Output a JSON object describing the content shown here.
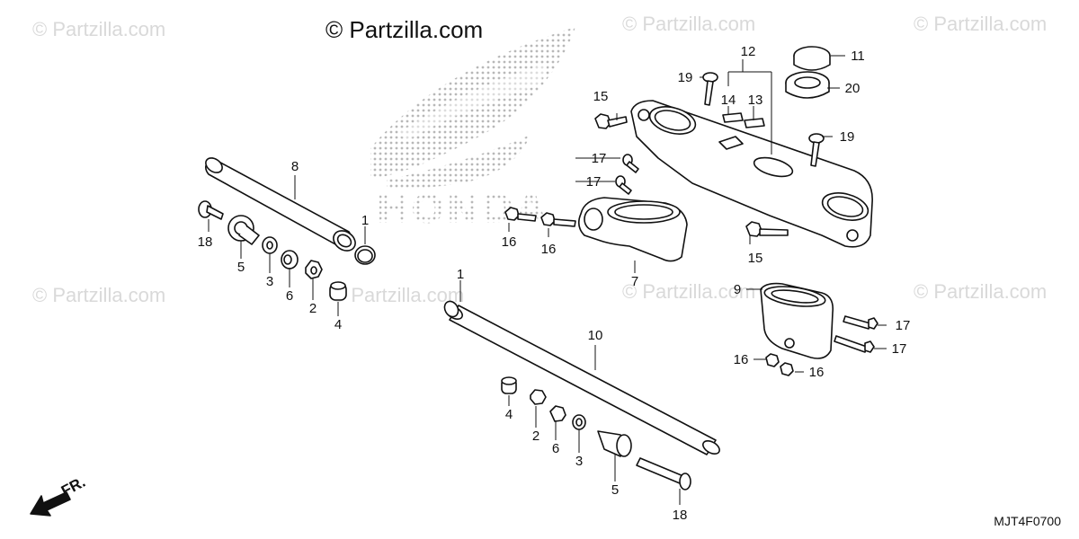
{
  "watermark_text": "© Partzilla.com",
  "copyright_text": "© Partzilla.com",
  "diagram_code": "MJT4F0700",
  "fr_label": "FR.",
  "logo_text": "HONDA",
  "callouts": {
    "c1a": "1",
    "c1b": "1",
    "c2a": "2",
    "c2b": "2",
    "c3a": "3",
    "c3b": "3",
    "c4a": "4",
    "c4b": "4",
    "c5a": "5",
    "c5b": "5",
    "c6a": "6",
    "c6b": "6",
    "c7": "7",
    "c8": "8",
    "c9": "9",
    "c10": "10",
    "c11": "11",
    "c12": "12",
    "c13": "13",
    "c14": "14",
    "c15a": "15",
    "c15b": "15",
    "c16a": "16",
    "c16b": "16",
    "c16c": "16",
    "c16d": "16",
    "c17a": "17",
    "c17b": "17",
    "c17c": "17",
    "c17d": "17",
    "c18a": "18",
    "c18b": "18",
    "c19a": "19",
    "c19b": "19",
    "c20": "20"
  }
}
